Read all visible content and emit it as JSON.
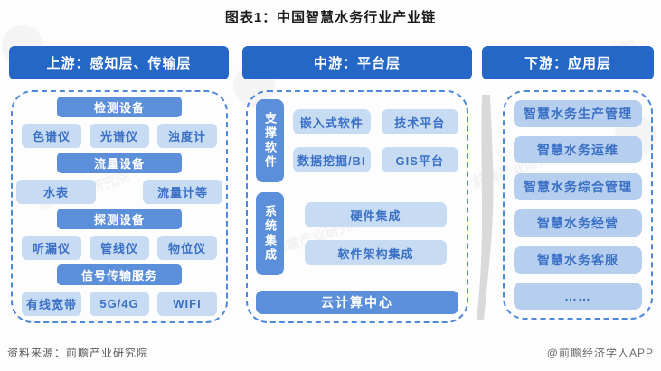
{
  "title": "图表1：中国智慧水务行业产业链",
  "columns": {
    "upstream": {
      "header": "上游：感知层、传输层",
      "groups": [
        {
          "header": "检测设备",
          "items": [
            "色谱仪",
            "光谱仪",
            "浊度计"
          ]
        },
        {
          "header": "流量设备",
          "items": [
            "水表",
            "流量计等"
          ]
        },
        {
          "header": "探测设备",
          "items": [
            "听漏仪",
            "管线仪",
            "物位仪"
          ]
        },
        {
          "header": "信号传输服务",
          "items": [
            "有线宽带",
            "5G/4G",
            "WIFI"
          ]
        }
      ]
    },
    "midstream": {
      "header": "中游：平台层",
      "sections": [
        {
          "label": "支撑软件",
          "items": [
            "嵌入式软件",
            "技术平台",
            "数据挖掘/BI",
            "GIS平台"
          ]
        },
        {
          "label": "系统集成",
          "items": [
            "硬件集成",
            "软件架构集成"
          ]
        }
      ],
      "bottom_bar": "云计算中心"
    },
    "downstream": {
      "header": "下游：应用层",
      "items": [
        "智慧水务生产管理",
        "智慧水务运维",
        "智慧水务综合管理",
        "智慧水务经营",
        "智慧水务客服",
        "……"
      ]
    }
  },
  "footer": {
    "source": "资料来源：前瞻产业研究院",
    "brand": "@前瞻经济学人APP"
  },
  "watermark_text": "前瞻产业研究院",
  "colors": {
    "header_bar": "#2467c6",
    "section_header": "#5b8fd9",
    "chip_light": "#c7dbf3",
    "chip_right": "#b7cfee",
    "chip_text": "#3a70c5",
    "dashed_border": "#4d88da",
    "divider_gray": "#d9d9d9"
  }
}
